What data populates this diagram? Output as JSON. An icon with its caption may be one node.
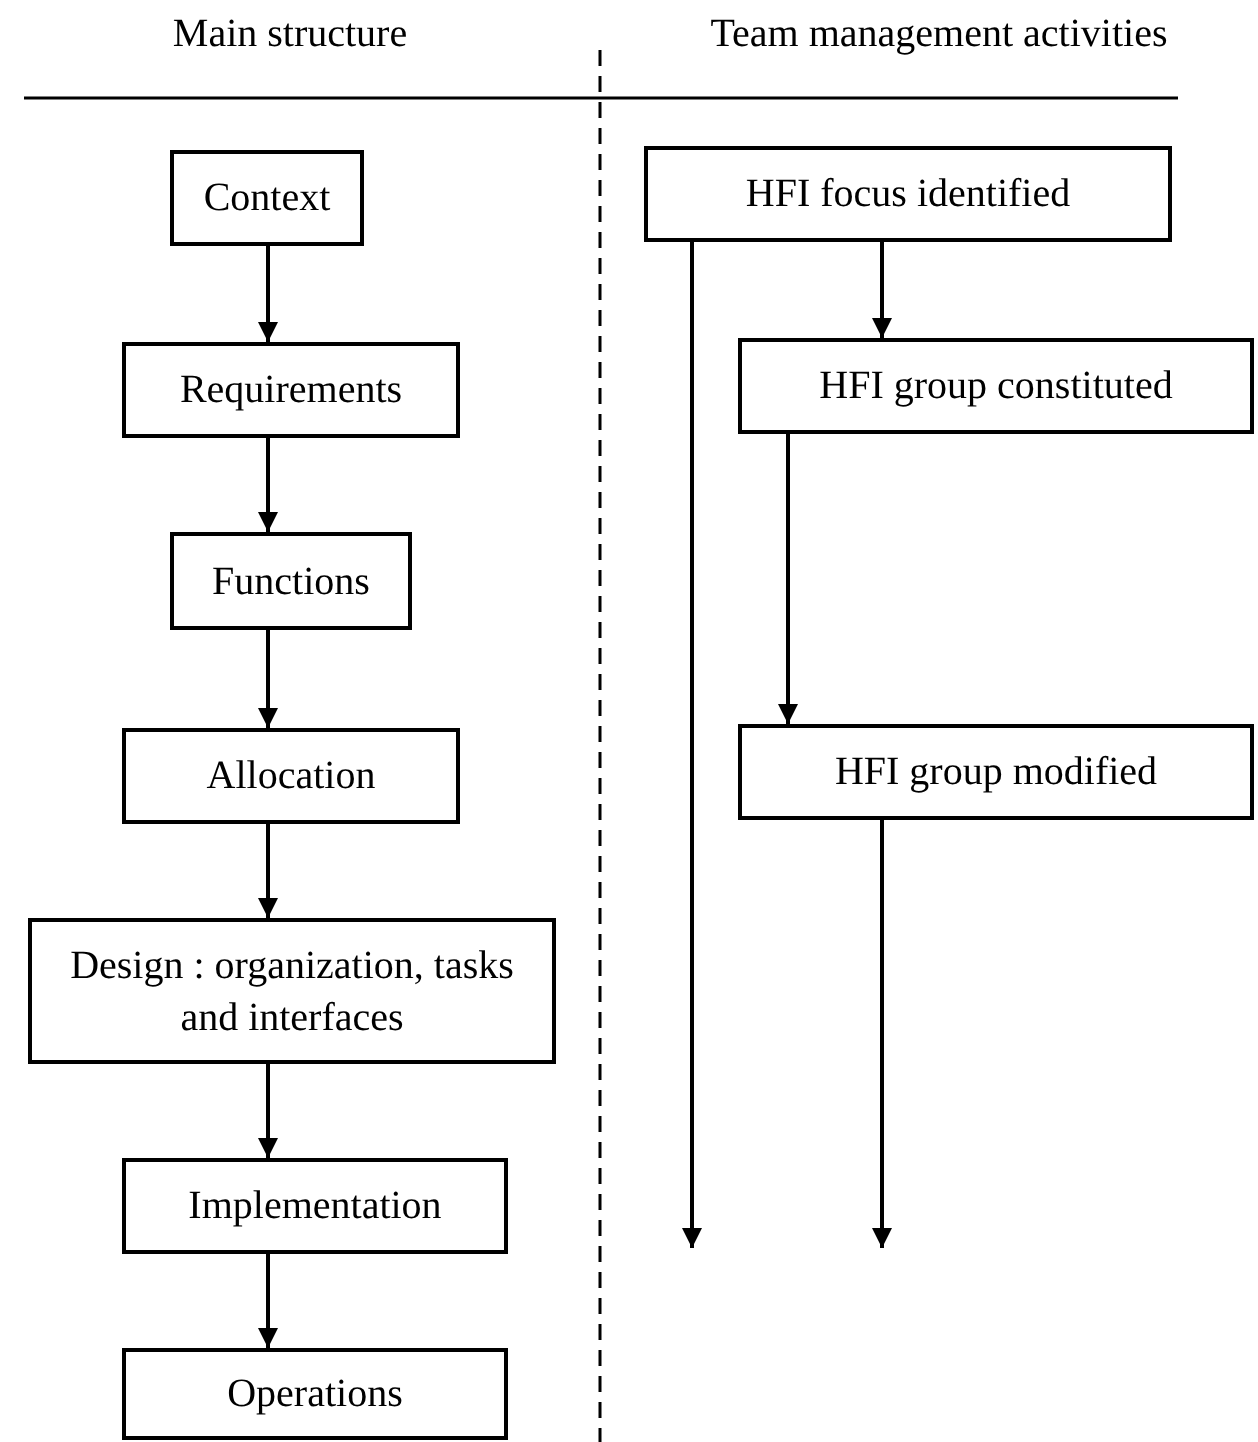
{
  "diagram": {
    "nodes": [
      {
        "text": [
          "Context"
        ]
      },
      {
        "text": [
          "Requirements"
        ]
      },
      {
        "text": [
          "Functions"
        ]
      },
      {
        "text": [
          "Allocation"
        ]
      },
      {
        "text": [
          "Design : organization, tasks and interfaces"
        ]
      },
      {
        "text": [
          "Implementation"
        ]
      },
      {
        "text": [
          "Operations"
        ]
      },
      {
        "text": [
          "HFI focus identified"
        ]
      },
      {
        "text": [
          "HFI group constituted"
        ]
      },
      {
        "text": [
          "HFI group modified"
        ]
      }
    ],
    "edges": [
      {
        "from": 0,
        "to": 1,
        "arrow": "to"
      },
      {
        "from": 1,
        "to": 2,
        "arrow": "to"
      },
      {
        "from": 2,
        "to": 3,
        "arrow": "to"
      },
      {
        "from": 3,
        "to": 4,
        "arrow": "to"
      },
      {
        "from": 4,
        "to": 5,
        "arrow": "to"
      },
      {
        "from": 5,
        "to": 6,
        "arrow": "to"
      },
      {
        "from": 7,
        "to": 8,
        "arrow": "to"
      },
      {
        "from": 8,
        "to": 9,
        "arrow": "to"
      },
      {
        "from": 7,
        "to": null,
        "arrow": "to"
      },
      {
        "from": 9,
        "to": null,
        "arrow": "to"
      }
    ],
    "labels": [
      "Main structure",
      "Team management activities"
    ]
  }
}
